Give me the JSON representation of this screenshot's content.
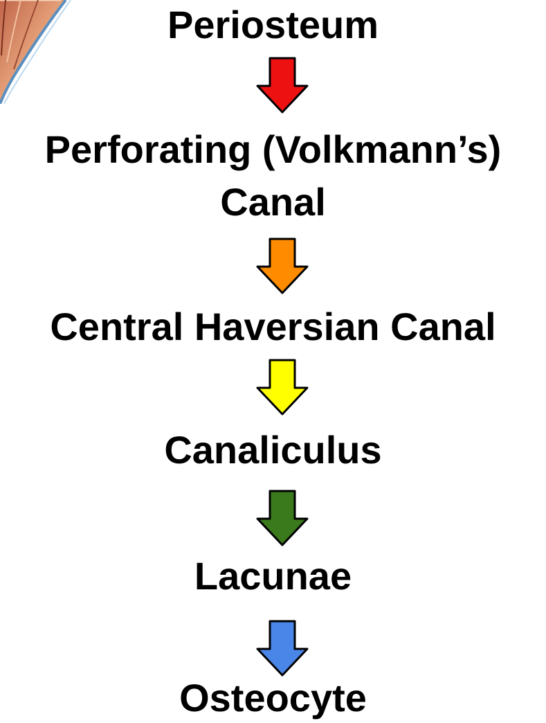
{
  "flow": {
    "steps": [
      {
        "line1": "Periosteum"
      },
      {
        "line1": "Perforating (Volkmann’s)",
        "line2": "Canal"
      },
      {
        "line1": "Central Haversian Canal"
      },
      {
        "line1": "Canaliculus"
      },
      {
        "line1": "Lacunae"
      },
      {
        "line1": "Osteocyte"
      }
    ],
    "arrow_colors": [
      "#ee1111",
      "#ff8c00",
      "#ffff00",
      "#3a7a1c",
      "#4a86e8"
    ]
  }
}
